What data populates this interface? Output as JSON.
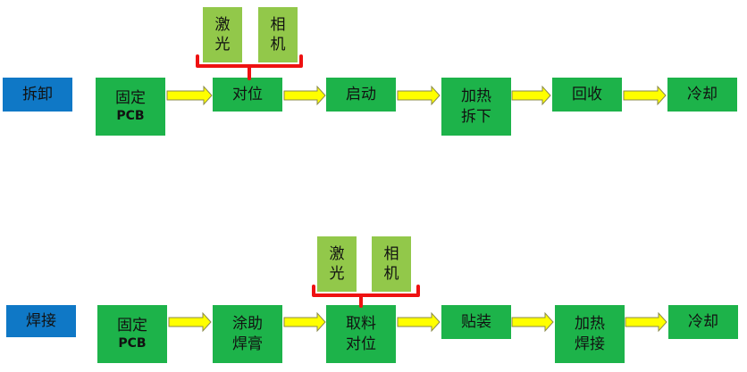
{
  "rows": [
    {
      "id": "disassembly",
      "label": "拆卸",
      "steps": [
        {
          "line1": "固定",
          "line2": "PCB"
        },
        {
          "line1": "对位",
          "line2": ""
        },
        {
          "line1": "启动",
          "line2": ""
        },
        {
          "line1": "加热",
          "line2": "拆下"
        },
        {
          "line1": "回收",
          "line2": ""
        },
        {
          "line1": "冷却",
          "line2": ""
        }
      ],
      "tools": [
        {
          "line1": "激",
          "line2": "光"
        },
        {
          "line1": "相",
          "line2": "机"
        }
      ]
    },
    {
      "id": "welding",
      "label": "焊接",
      "steps": [
        {
          "line1": "固定",
          "line2": "PCB"
        },
        {
          "line1": "涂助",
          "line2": "焊膏"
        },
        {
          "line1": "取料",
          "line2": "对位"
        },
        {
          "line1": "贴装",
          "line2": ""
        },
        {
          "line1": "加热",
          "line2": "焊接"
        },
        {
          "line1": "冷却",
          "line2": ""
        }
      ],
      "tools": [
        {
          "line1": "激",
          "line2": "光"
        },
        {
          "line1": "相",
          "line2": "机"
        }
      ]
    }
  ],
  "colors": {
    "step_box": "#1db34a",
    "tool_box": "#92c84a",
    "label_box": "#0f78c6",
    "arrow_fill": "#ffff00",
    "arrow_stroke": "#8a8a4a",
    "bracket": "#ee1111"
  }
}
